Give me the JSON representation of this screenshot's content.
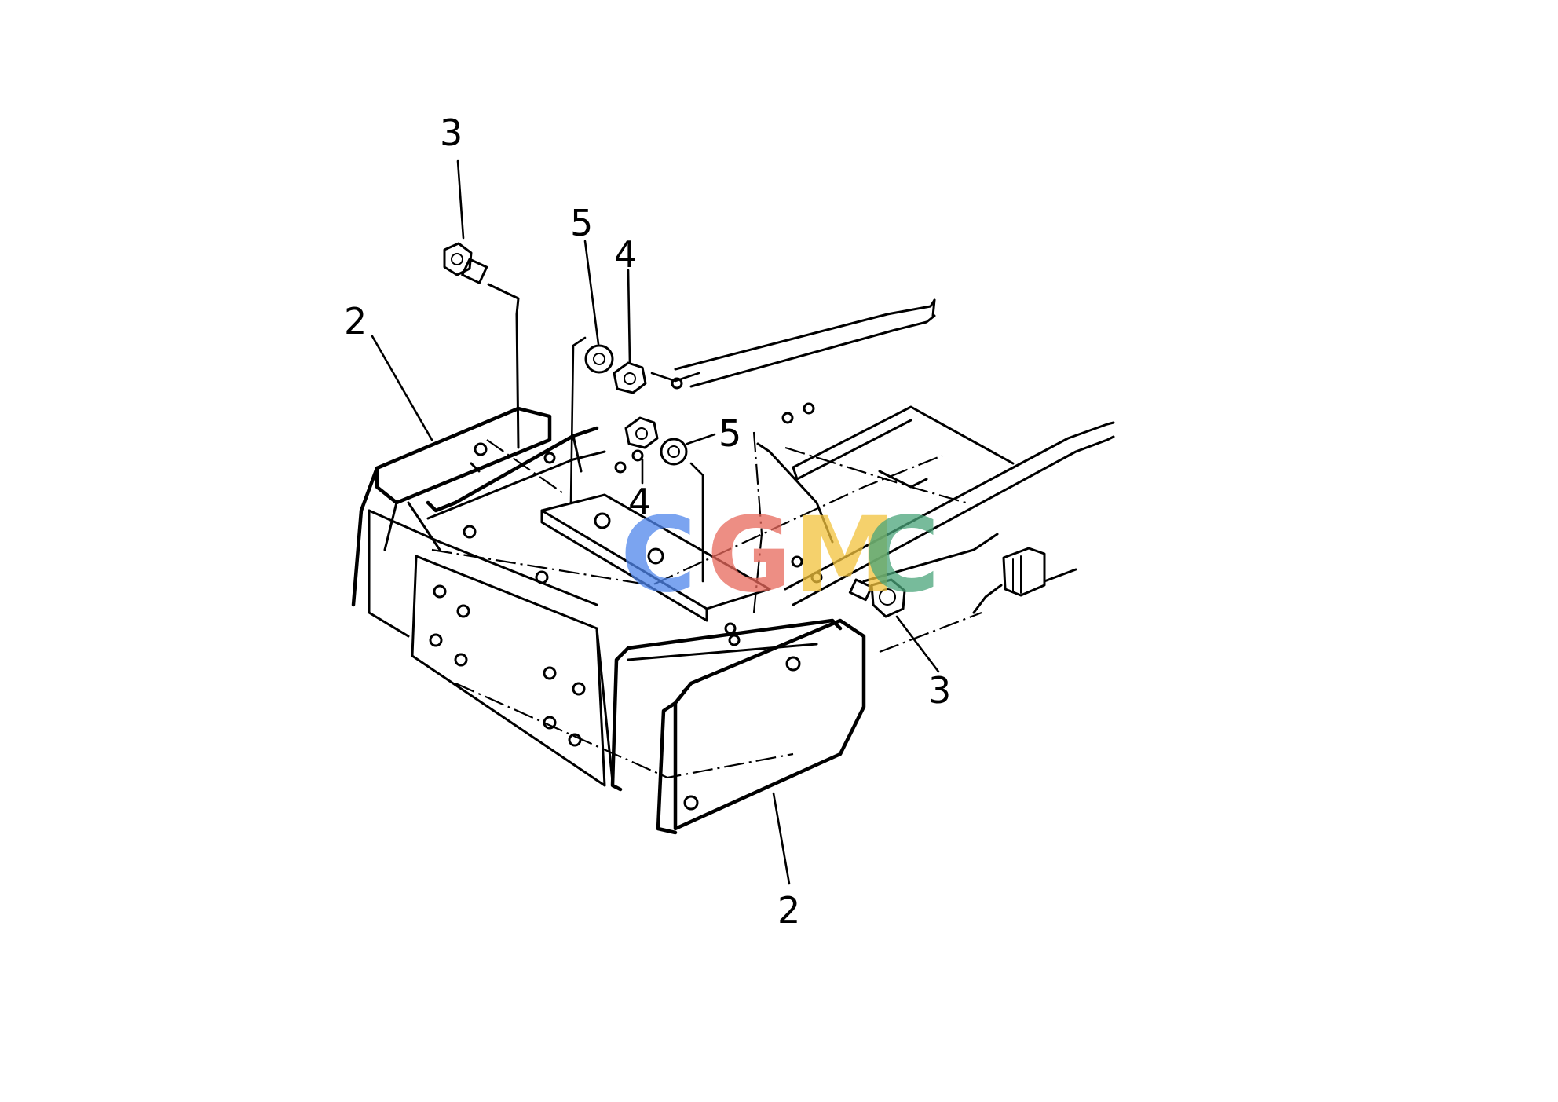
{
  "diagram": {
    "type": "exploded parts diagram",
    "callouts": [
      {
        "id": "callout-3-top",
        "text": "3"
      },
      {
        "id": "callout-2-left",
        "text": "2"
      },
      {
        "id": "callout-5-top",
        "text": "5"
      },
      {
        "id": "callout-4-top",
        "text": "4"
      },
      {
        "id": "callout-5-mid",
        "text": "5"
      },
      {
        "id": "callout-4-mid",
        "text": "4"
      },
      {
        "id": "callout-3-right",
        "text": "3"
      },
      {
        "id": "callout-2-bottom",
        "text": "2"
      }
    ],
    "parts": [
      {
        "number": "2",
        "depiction": "end plate"
      },
      {
        "number": "3",
        "depiction": "bolt"
      },
      {
        "number": "4",
        "depiction": "nut"
      },
      {
        "number": "5",
        "depiction": "washer"
      }
    ]
  },
  "watermark": {
    "letters": [
      "C",
      "G",
      "M",
      "C"
    ],
    "colors": [
      "#4f86ec",
      "#e8695c",
      "#f2c23c",
      "#4aa57a"
    ]
  }
}
